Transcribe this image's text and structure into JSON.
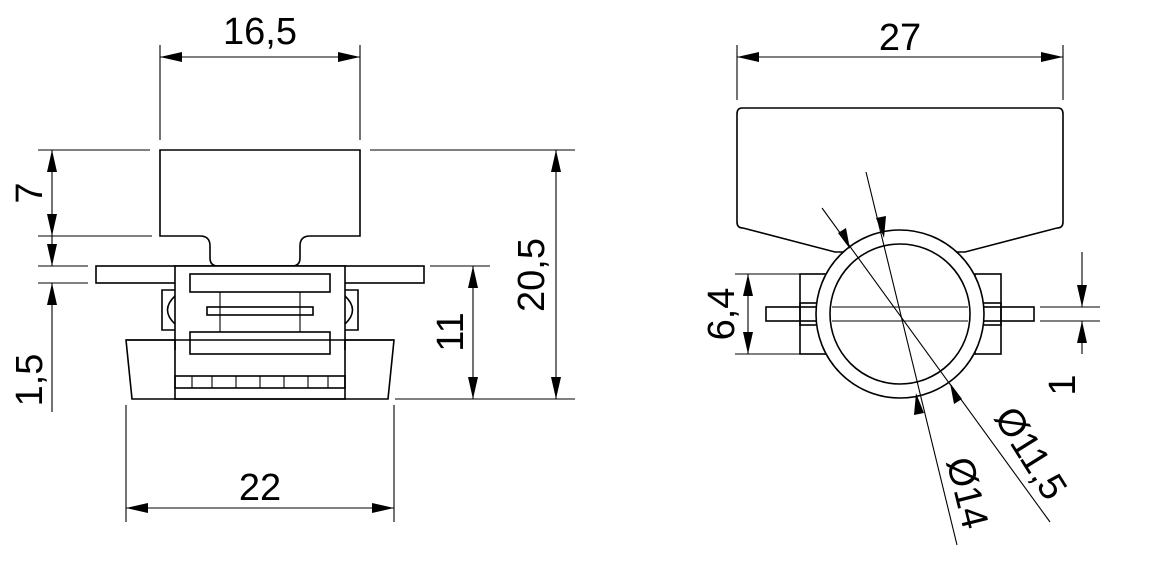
{
  "dimensions": {
    "front": {
      "top_width": "16,5",
      "head_height": "7",
      "flange_thickness": "1,5",
      "total_height": "20,5",
      "body_height": "11",
      "base_width": "22"
    },
    "side": {
      "width": "27",
      "slot_height": "6,4",
      "outer_diameter": "Ø11,5",
      "inner_diameter": "Ø14",
      "pin_thickness": "1"
    }
  }
}
